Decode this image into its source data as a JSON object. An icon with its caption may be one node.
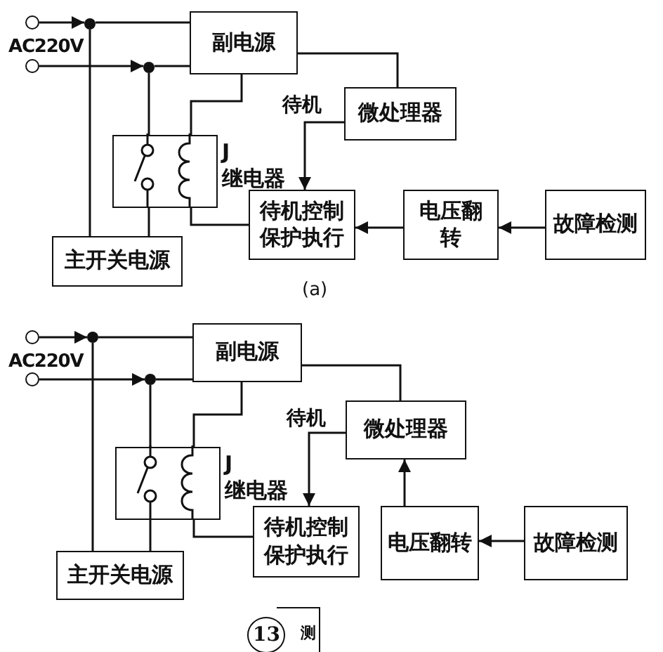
{
  "diagram": {
    "nodes": [
      {
        "text": [],
        "shape": "circle"
      },
      {
        "text": [],
        "shape": "circle"
      },
      {
        "text": [],
        "shape": "dot"
      },
      {
        "text": [],
        "shape": "dot"
      },
      {
        "text": [
          "副电源"
        ]
      },
      {
        "text": [
          "微处理器"
        ]
      },
      {
        "text": [
          "J",
          "继电器"
        ]
      },
      {
        "text": [
          "待机控制保护执行"
        ]
      },
      {
        "text": [
          "电压翻转"
        ]
      },
      {
        "text": [
          "故障检测"
        ]
      },
      {
        "text": [
          "主开关电源"
        ]
      },
      {
        "text": [],
        "shape": "circle"
      },
      {
        "text": [],
        "shape": "circle"
      },
      {
        "text": [],
        "shape": "dot"
      },
      {
        "text": [],
        "shape": "dot"
      },
      {
        "text": [
          "副电源"
        ]
      },
      {
        "text": [
          "微处理器"
        ]
      },
      {
        "text": [
          "J",
          "继电器"
        ]
      },
      {
        "text": [
          "待机控制保护执行"
        ]
      },
      {
        "text": [
          "电压翻转"
        ]
      },
      {
        "text": [
          "故障检测"
        ]
      },
      {
        "text": [
          "主开关电源"
        ]
      },
      {
        "text": [
          "测"
        ]
      }
    ],
    "edges": [
      {
        "from": 0,
        "to": 2,
        "arrow": "to"
      },
      {
        "from": 1,
        "to": 3,
        "arrow": "to"
      },
      {
        "from": 2,
        "to": 4,
        "arrow": "none"
      },
      {
        "from": 2,
        "to": 10,
        "arrow": "none"
      },
      {
        "from": 3,
        "to": 4,
        "arrow": "none"
      },
      {
        "from": 3,
        "to": 6,
        "arrow": "none"
      },
      {
        "from": 4,
        "to": 6,
        "arrow": "none"
      },
      {
        "from": 6,
        "to": 10,
        "arrow": "none"
      },
      {
        "from": 6,
        "to": 7,
        "arrow": "none"
      },
      {
        "from": 4,
        "to": 5,
        "arrow": "none"
      },
      {
        "from": 5,
        "to": 7,
        "arrow": "to",
        "label": "待机"
      },
      {
        "from": 8,
        "to": 7,
        "arrow": "to"
      },
      {
        "from": 9,
        "to": 8,
        "arrow": "to"
      },
      {
        "from": 11,
        "to": 13,
        "arrow": "to"
      },
      {
        "from": 12,
        "to": 14,
        "arrow": "to"
      },
      {
        "from": 13,
        "to": 15,
        "arrow": "none"
      },
      {
        "from": 13,
        "to": 21,
        "arrow": "none"
      },
      {
        "from": 14,
        "to": 15,
        "arrow": "none"
      },
      {
        "from": 14,
        "to": 17,
        "arrow": "none"
      },
      {
        "from": 15,
        "to": 17,
        "arrow": "none"
      },
      {
        "from": 17,
        "to": 21,
        "arrow": "none"
      },
      {
        "from": 17,
        "to": 18,
        "arrow": "none"
      },
      {
        "from": 15,
        "to": 16,
        "arrow": "none"
      },
      {
        "from": 16,
        "to": 18,
        "arrow": "to",
        "label": "待机"
      },
      {
        "from": 19,
        "to": 16,
        "arrow": "to"
      },
      {
        "from": 20,
        "to": 19,
        "arrow": "to"
      }
    ],
    "labels": [
      "AC220V",
      "(a)",
      "AC220V",
      "13"
    ]
  }
}
